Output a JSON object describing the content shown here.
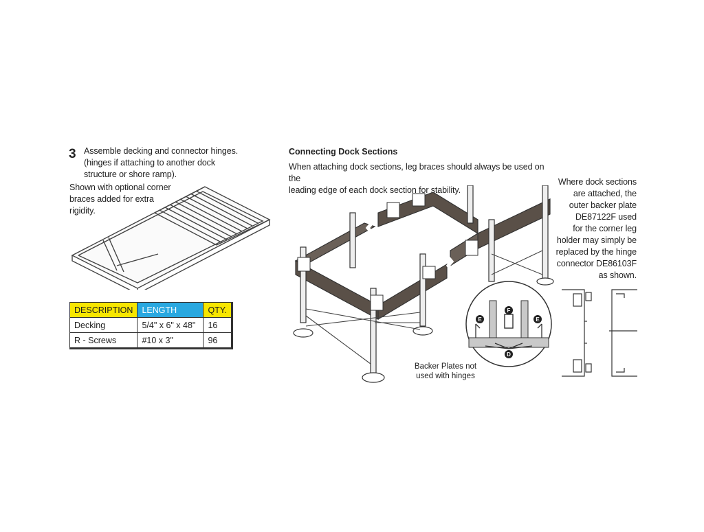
{
  "step": {
    "number": "3",
    "lines": [
      "Assemble decking and connector hinges.",
      "(hinges if attaching to another dock",
      "structure or shore ramp)."
    ],
    "note_lines": [
      "Shown with optional corner",
      "braces added for extra",
      "rigidity."
    ]
  },
  "parts_table": {
    "headers": [
      "DESCRIPTION",
      "LENGTH",
      "QTY."
    ],
    "rows": [
      [
        "Decking",
        "5/4\" x 6\" x 48\"",
        "16"
      ],
      [
        "R - Screws",
        "#10 x 3\"",
        "96"
      ]
    ]
  },
  "connecting": {
    "title": "Connecting Dock Sections",
    "body_lines": [
      "When attaching dock sections, leg braces should always be used on the",
      "leading edge of each dock section for stability."
    ],
    "side_note_lines": [
      "Where dock sections",
      "are attached, the",
      "outer backer plate",
      "DE87122F used",
      "for the corner leg",
      "holder may simply be",
      "replaced by the hinge",
      "connector DE86103F",
      "as shown."
    ],
    "caption_lines": [
      "Backer Plates not",
      "used with hinges"
    ],
    "detail_labels": {
      "e_left": "E",
      "f": "F",
      "e_right": "E",
      "d": "D"
    }
  }
}
